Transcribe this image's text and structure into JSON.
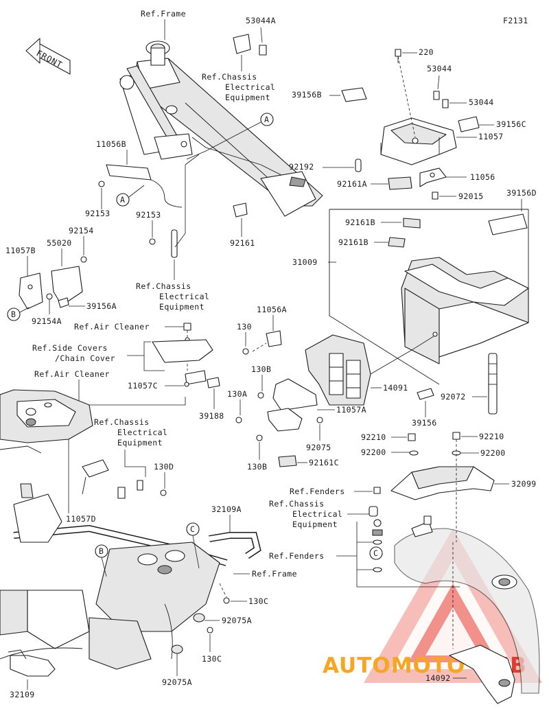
{
  "diagram_code": "F2131",
  "front_label": "FRONT",
  "watermark": {
    "text_a": "AUTOMOTO",
    "text_b": "HUB",
    "color_a": "#f5a623",
    "color_b": "#e23b2f"
  },
  "callouts": {
    "ref_frame_top": "Ref.Frame",
    "ref_chassis_1": [
      "Ref.Chassis",
      "Electrical",
      "Equipment"
    ],
    "ref_chassis_2": [
      "Ref.Chassis",
      "Electrical",
      "Equipment"
    ],
    "ref_chassis_3": [
      "Ref.Chassis",
      "Electrical",
      "Equipment"
    ],
    "ref_chassis_4": [
      "Ref.Chassis",
      "Electrical",
      "Equipment"
    ],
    "ref_air_cleaner_1": "Ref.Air Cleaner",
    "ref_air_cleaner_2": "Ref.Air Cleaner",
    "ref_side_covers": [
      "Ref.Side Covers",
      "/Chain Cover"
    ],
    "ref_fenders_1": "Ref.Fenders",
    "ref_fenders_2": "Ref.Fenders",
    "ref_frame_bottom": "Ref.Frame"
  },
  "markers": {
    "a": "A",
    "b": "B",
    "c": "C"
  },
  "parts": {
    "p53044A": "53044A",
    "p220": "220",
    "p53044_1": "53044",
    "p53044_2": "53044",
    "p39156B": "39156B",
    "p39156C": "39156C",
    "p11057": "11057",
    "p92192": "92192",
    "p92161A": "92161A",
    "p11056": "11056",
    "p39156D": "39156D",
    "p92015": "92015",
    "p11056B": "11056B",
    "p92153_1": "92153",
    "p92153_2": "92153",
    "p92161": "92161",
    "p92161B_1": "92161B",
    "p92161B_2": "92161B",
    "p31009": "31009",
    "p11057B": "11057B",
    "p55020": "55020",
    "p92154": "92154",
    "p39156A": "39156A",
    "p92154A": "92154A",
    "p130": "130",
    "p11056A": "11056A",
    "p130B_1": "130B",
    "p130A": "130A",
    "p14091": "14091",
    "p11057A": "11057A",
    "p11057C": "11057C",
    "p39188": "39188",
    "p92075": "92075",
    "p130B_2": "130B",
    "p92161C": "92161C",
    "p39156": "39156",
    "p92072": "92072",
    "p92210_1": "92210",
    "p92210_2": "92210",
    "p92200_1": "92200",
    "p92200_2": "92200",
    "p32099": "32099",
    "p130D": "130D",
    "p11057D": "11057D",
    "p32109A": "32109A",
    "p130C_1": "130C",
    "p92075A_1": "92075A",
    "p130C_2": "130C",
    "p92075A_2": "92075A",
    "p32109": "32109",
    "p14092": "14092"
  }
}
